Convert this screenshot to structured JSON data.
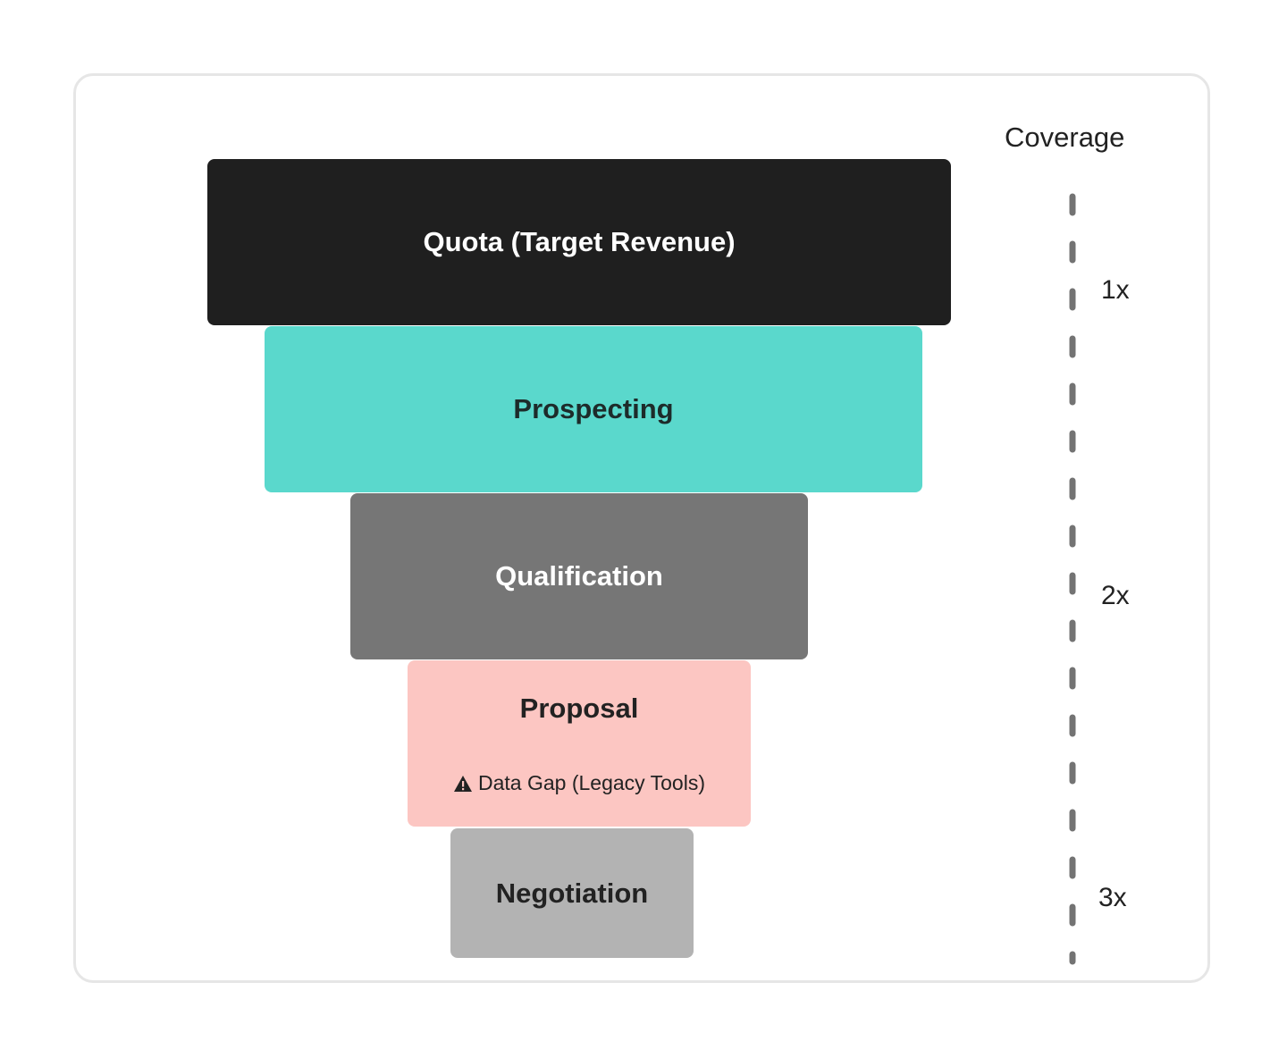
{
  "funnel": {
    "stages": [
      {
        "label": "Quota (Target Revenue)",
        "color": "#1f1f1f"
      },
      {
        "label": "Prospecting",
        "color": "#5ad8cc"
      },
      {
        "label": "Qualification",
        "color": "#767676"
      },
      {
        "label": "Proposal",
        "note": "Data Gap (Legacy Tools)",
        "note_icon": "warning-icon",
        "color": "#fcc6c2"
      },
      {
        "label": "Negotiation",
        "color": "#b3b3b3"
      }
    ]
  },
  "coverage": {
    "title": "Coverage",
    "marks": [
      "1x",
      "2x",
      "3x"
    ]
  }
}
